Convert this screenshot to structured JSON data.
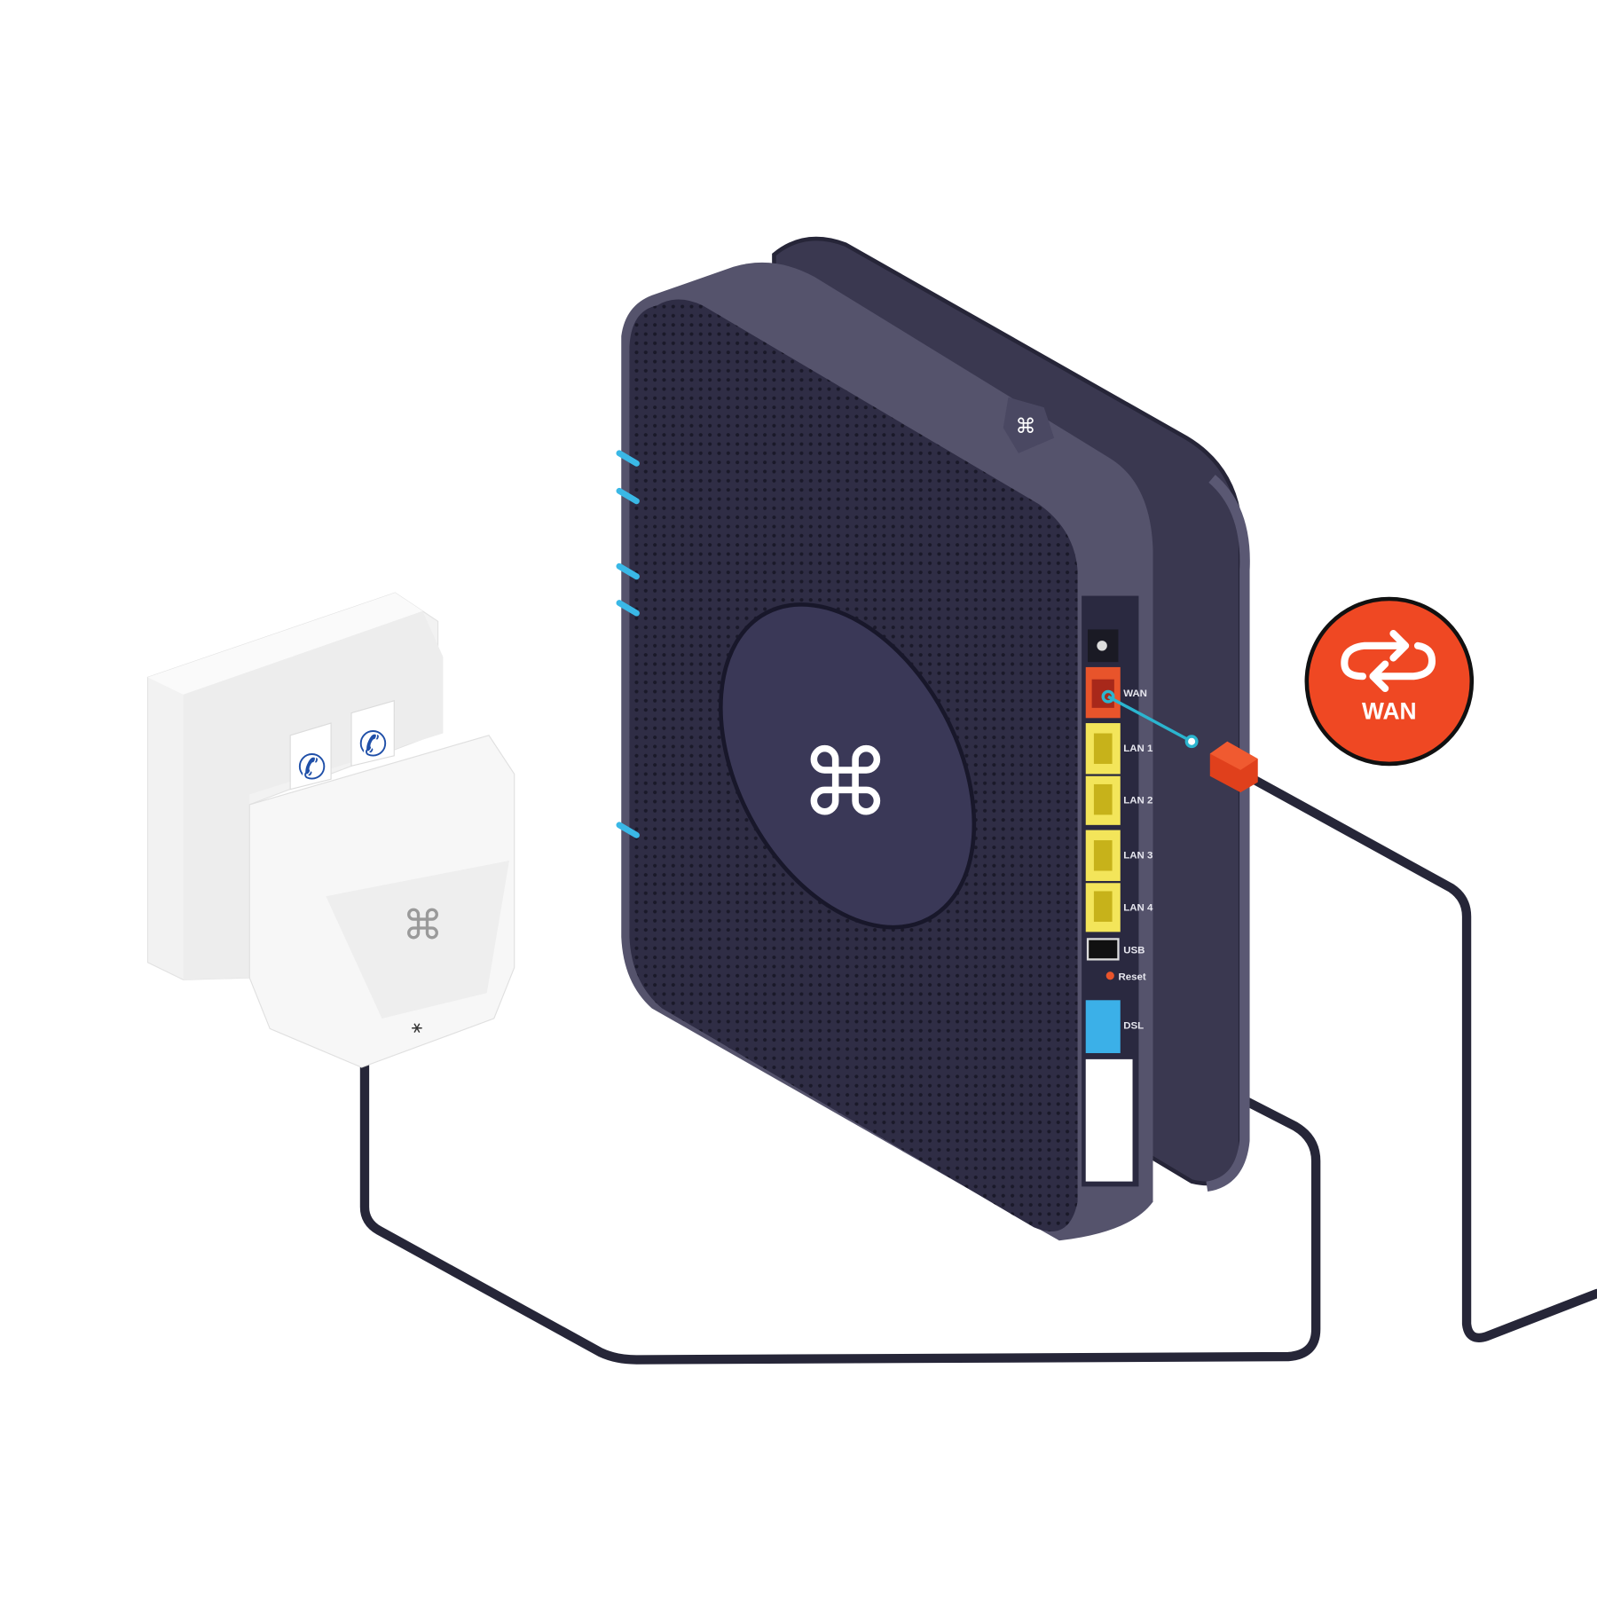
{
  "diagram": {
    "badge": {
      "label": "WAN",
      "icon": "wan-loop-arrows-icon",
      "color": "#ef4823"
    },
    "colors": {
      "router_body": "#2f2d45",
      "router_edge": "#55536c",
      "wan_port": "#e8542b",
      "lan_port": "#f3e55a",
      "dsl_port": "#3bb0e8",
      "cable": "#262638",
      "indicator_line": "#2bb5cf",
      "led": "#3ab8e6",
      "splitter": "#f4f4f4"
    },
    "ports": [
      "WAN",
      "LAN 1",
      "LAN 2",
      "LAN 3",
      "LAN 4",
      "USB",
      "Reset",
      "DSL"
    ]
  }
}
